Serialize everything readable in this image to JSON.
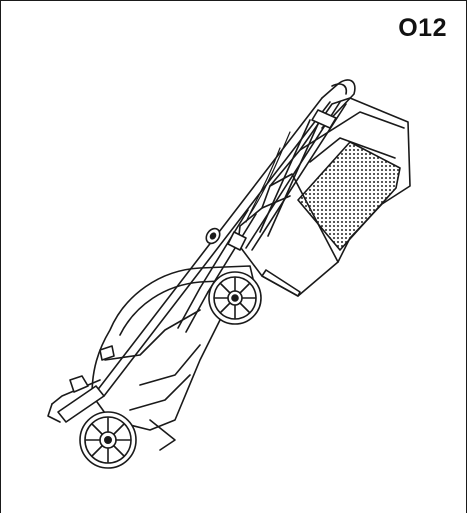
{
  "figure": {
    "label": "O12"
  },
  "colors": {
    "line": "#1a1a1a",
    "fill": "#ffffff",
    "mesh": "#2b2b2b"
  },
  "icons": [
    "lawnmower-folded-illustration",
    "grass-collector-bag",
    "rear-wheel",
    "front-wheel",
    "handle"
  ]
}
